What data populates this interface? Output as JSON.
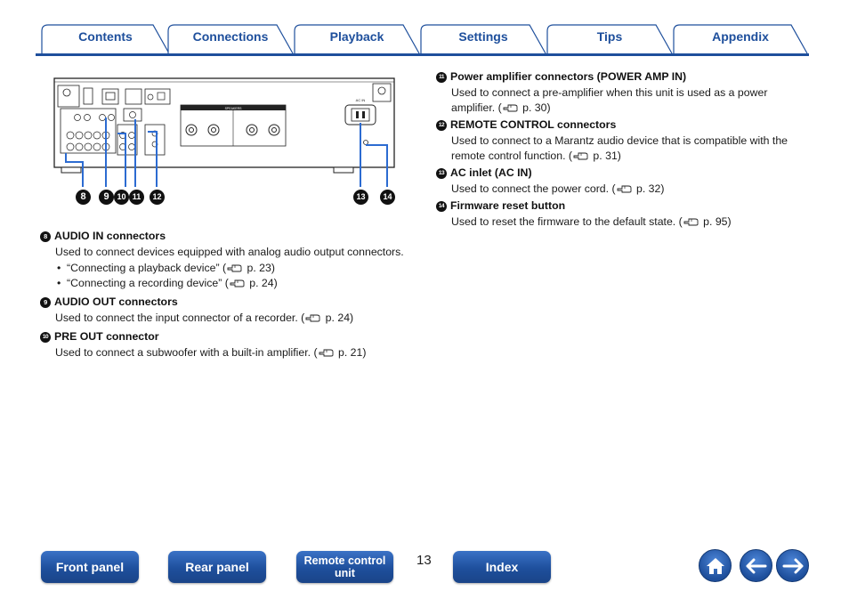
{
  "tabs": [
    {
      "label": "Contents"
    },
    {
      "label": "Connections"
    },
    {
      "label": "Playback"
    },
    {
      "label": "Settings"
    },
    {
      "label": "Tips"
    },
    {
      "label": "Appendix"
    }
  ],
  "illustration": {
    "panel_label": "SPEAKERS",
    "ac_label": "AC IN",
    "callouts": [
      "8",
      "9",
      "10",
      "11",
      "12",
      "13",
      "14"
    ]
  },
  "items": [
    {
      "num": "8",
      "title": "AUDIO IN connectors",
      "body": "Used to connect devices equipped with analog audio output connectors.",
      "bullets": [
        {
          "text": "“Connecting a playback device” (",
          "ref": " p. 23)"
        },
        {
          "text": "“Connecting a recording device” (",
          "ref": " p. 24)"
        }
      ]
    },
    {
      "num": "9",
      "title": "AUDIO OUT connectors",
      "body": "Used to connect the input connector of a recorder.  (",
      "ref": " p. 24)"
    },
    {
      "num": "10",
      "title": "PRE OUT connector",
      "body": "Used to connect a subwoofer with a built-in amplifier.  (",
      "ref": " p. 21)"
    },
    {
      "num": "11",
      "title": "Power amplifier connectors (POWER AMP IN)",
      "body": "Used to connect a pre-amplifier when this unit is used as a power amplifier.  (",
      "ref": " p. 30)"
    },
    {
      "num": "12",
      "title": "REMOTE CONTROL connectors",
      "body": "Used to connect to a Marantz audio device that is compatible with the remote control function.  (",
      "ref": " p. 31)"
    },
    {
      "num": "13",
      "title": "AC inlet (AC IN)",
      "body": "Used to connect the power cord.  (",
      "ref": " p. 32)"
    },
    {
      "num": "14",
      "title": "Firmware reset button",
      "body": "Used to reset the firmware to the default state.  (",
      "ref": " p. 95)"
    }
  ],
  "nav": {
    "front_panel": "Front panel",
    "rear_panel": "Rear panel",
    "remote_control": "Remote control unit",
    "page_number": "13",
    "index": "Index"
  },
  "icons": {
    "home": "home-icon",
    "back": "arrow-left-icon",
    "forward": "arrow-right-icon",
    "reference": "pointing-hand-icon"
  },
  "colors": {
    "accent": "#1e4f9c"
  }
}
